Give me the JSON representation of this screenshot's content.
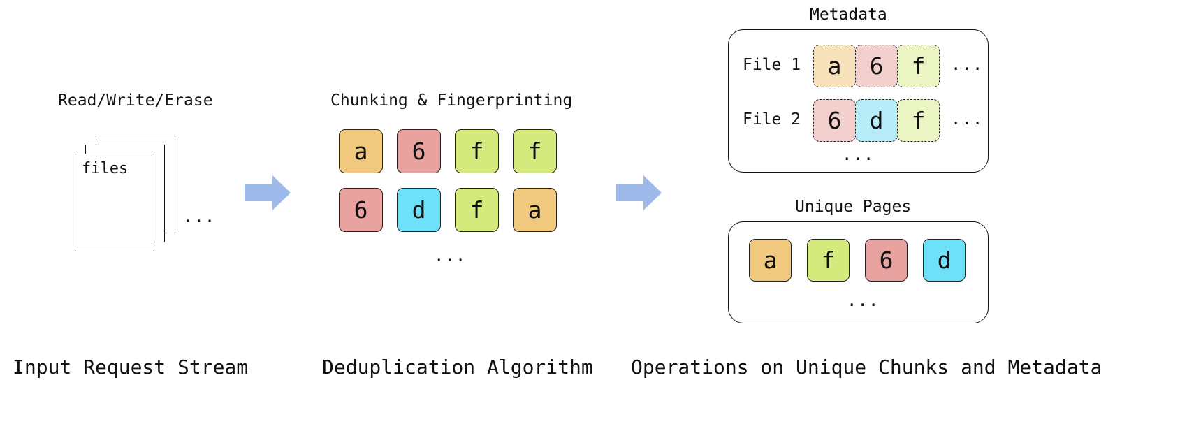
{
  "input": {
    "header": "Read/Write/Erase",
    "files_label": "files",
    "ellipsis": "...",
    "footer": "Input Request Stream"
  },
  "dedup": {
    "header": "Chunking & Fingerprinting",
    "chunks_row1": [
      "a",
      "6",
      "f",
      "f"
    ],
    "chunks_row2": [
      "6",
      "d",
      "f",
      "a"
    ],
    "ellipsis": "...",
    "footer": "Deduplication Algorithm"
  },
  "ops": {
    "metadata": {
      "header": "Metadata",
      "files": [
        {
          "label": "File 1",
          "chunks": [
            "a",
            "6",
            "f"
          ],
          "ellipsis": "..."
        },
        {
          "label": "File 2",
          "chunks": [
            "6",
            "d",
            "f"
          ],
          "ellipsis": "..."
        }
      ],
      "ellipsis": "..."
    },
    "unique_pages": {
      "header": "Unique Pages",
      "chunks": [
        "a",
        "f",
        "6",
        "d"
      ],
      "ellipsis": "..."
    },
    "footer": "Operations on Unique Chunks and Metadata"
  },
  "colors": {
    "a": "#f0c97f",
    "6": "#e8a3a0",
    "f": "#d5ea7c",
    "d": "#6ee0f7",
    "a_light": "#f7e2bc",
    "6_light": "#f3cfcd",
    "f_light": "#ebf4c3",
    "d_light": "#b7edf8",
    "arrow": "#9dbaea"
  }
}
